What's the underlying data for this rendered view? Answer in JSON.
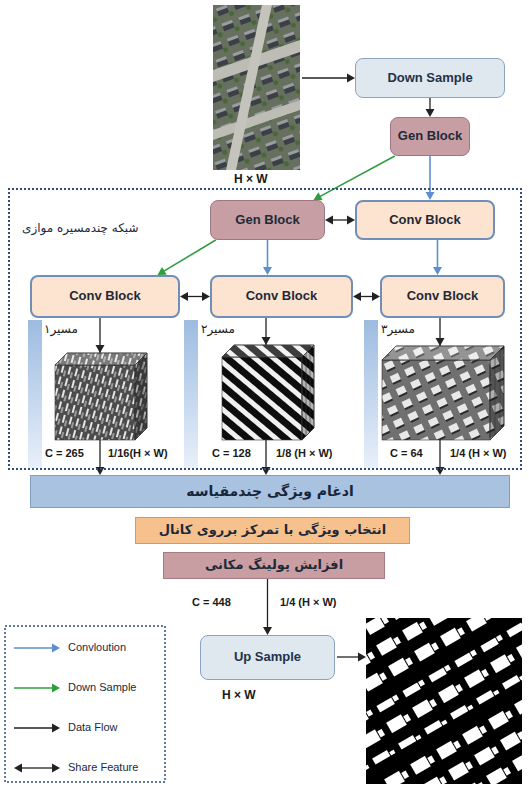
{
  "diagram": {
    "nodes": [
      {
        "text": [
          "Down Sample"
        ]
      },
      {
        "text": [
          "Gen Block"
        ]
      },
      {
        "text": [
          "شبکه چندمسیره موازی"
        ]
      },
      {
        "text": [
          "Gen Block"
        ],
        "in": 2
      },
      {
        "text": [
          "Conv Block"
        ],
        "in": 2
      },
      {
        "text": [
          "Conv Block"
        ],
        "in": 2
      },
      {
        "text": [
          "Conv Block"
        ],
        "in": 2
      },
      {
        "text": [
          "Conv Block"
        ],
        "in": 2
      },
      {
        "text": [
          "ادغام ویژگی چندمقیاسه"
        ]
      },
      {
        "text": [
          "انتخاب ویژگی با تمرکز برروی کانال"
        ]
      },
      {
        "text": [
          "افزایش پولینگ مکانی"
        ]
      },
      {
        "text": [
          "Up Sample"
        ]
      }
    ],
    "edges": [
      {
        "from": 0,
        "to": 1,
        "arrow": "to"
      },
      {
        "from": 1,
        "to": 3,
        "arrow": "to"
      },
      {
        "from": 1,
        "to": 4,
        "arrow": "to"
      },
      {
        "from": 3,
        "to": 4,
        "arrow": "both"
      },
      {
        "from": 3,
        "to": 5,
        "arrow": "to"
      },
      {
        "from": 3,
        "to": 6,
        "arrow": "to"
      },
      {
        "from": 4,
        "to": 7,
        "arrow": "to"
      },
      {
        "from": 5,
        "to": 6,
        "arrow": "both"
      },
      {
        "from": 6,
        "to": 7,
        "arrow": "both"
      },
      {
        "from": 5,
        "to": 8,
        "arrow": "to"
      },
      {
        "from": 6,
        "to": 8,
        "arrow": "to"
      },
      {
        "from": 7,
        "to": 8,
        "arrow": "to"
      },
      {
        "from": 10,
        "to": 11,
        "arrow": "to"
      }
    ],
    "labels": [
      "H × W",
      "مسیر۱",
      "مسیر۲",
      "مسیر۳",
      "C = 265",
      "1/16(H × W)",
      "C = 128",
      "1/8 (H × W)",
      "C = 64",
      "1/4 (H × W)",
      "C = 448",
      "1/4 (H × W)",
      "H × W"
    ],
    "legend": [
      {
        "text": "Convloution"
      },
      {
        "text": "Down Sample"
      },
      {
        "text": "Data Flow"
      },
      {
        "text": "Share Feature"
      }
    ]
  }
}
